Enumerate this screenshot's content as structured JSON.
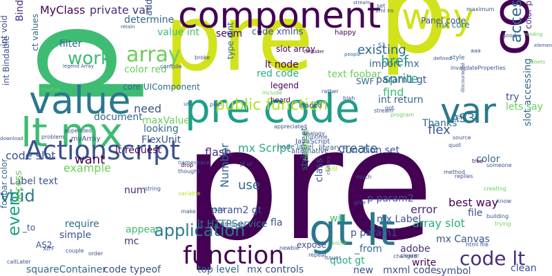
{
  "words": [
    {
      "text": "pre",
      "color": "#440154"
    },
    {
      "text": "p",
      "color": "#3ebc73"
    },
    {
      "text": "pre",
      "color": "#d2e21b"
    },
    {
      "text": "p",
      "color": "#d2e21b"
    },
    {
      "text": "pre code",
      "color": "#1f9e89"
    },
    {
      "text": "code pre",
      "color": "#440154"
    },
    {
      "text": "component",
      "color": "#440154"
    },
    {
      "text": "way",
      "color": "#d2e21b"
    },
    {
      "text": "value",
      "color": "#2a788e"
    },
    {
      "text": "lt mx",
      "color": "#3ebc73"
    },
    {
      "text": "gt lt",
      "color": "#2a788e"
    },
    {
      "text": "var",
      "color": "#2a788e"
    },
    {
      "text": "Actionscript",
      "color": "#3b528b"
    },
    {
      "text": "function",
      "color": "#440154"
    },
    {
      "text": "code lt",
      "color": "#472d7b"
    },
    {
      "text": "application",
      "color": "#2a788e"
    },
    {
      "text": "public function",
      "color": "#b5de2b"
    },
    {
      "text": "array",
      "color": "#6ccd5a"
    },
    {
      "text": "work",
      "color": "#3ebc73"
    },
    {
      "text": "accessing code",
      "color": "#31688e"
    },
    {
      "text": "MyClass",
      "color": "#440154"
    },
    {
      "text": "private var",
      "color": "#472d7b"
    },
    {
      "text": "Panel code",
      "color": "#3b528b"
    },
    {
      "text": "mx core",
      "color": "#2a788e"
    },
    {
      "text": "existing",
      "color": "#31688e"
    },
    {
      "text": "href",
      "color": "#1f9e89"
    },
    {
      "text": "sprite",
      "color": "#1f9e89"
    },
    {
      "text": "import mx",
      "color": "#31688e"
    },
    {
      "text": "param1 gt",
      "color": "#3b528b"
    },
    {
      "text": "lt node",
      "color": "#440154"
    },
    {
      "text": "red code",
      "color": "#26ad81"
    },
    {
      "text": "text foobar",
      "color": "#6ccd5a"
    },
    {
      "text": "code xmlns",
      "color": "#3b528b"
    },
    {
      "text": "value int",
      "color": "#3ebc73"
    },
    {
      "text": "determine",
      "color": "#31688e"
    },
    {
      "text": "add",
      "color": "#3b528b"
    },
    {
      "text": "seem",
      "color": "#440154"
    },
    {
      "text": "color red",
      "color": "#6ccd5a"
    },
    {
      "text": "filter",
      "color": "#31688e"
    },
    {
      "text": "Bindable public",
      "color": "#472d7b"
    },
    {
      "text": "int void",
      "color": "#3b528b"
    },
    {
      "text": "ct values",
      "color": "#31688e"
    },
    {
      "text": "int Bindable",
      "color": "#3b528b"
    },
    {
      "text": "need",
      "color": "#3b528b"
    },
    {
      "text": "document",
      "color": "#31688e"
    },
    {
      "text": "maxValue",
      "color": "#6ccd5a"
    },
    {
      "text": "looking",
      "color": "#31688e"
    },
    {
      "text": "FlexUnit",
      "color": "#3b528b"
    },
    {
      "text": "lt request",
      "color": "#440154"
    },
    {
      "text": "core UIComponent",
      "color": "#31688e"
    },
    {
      "text": "flash",
      "color": "#472d7b"
    },
    {
      "text": "mx Script",
      "color": "#26ad81"
    },
    {
      "text": "create",
      "color": "#31688e"
    },
    {
      "text": "flex",
      "color": "#3b528b"
    },
    {
      "text": "AS3",
      "color": "#2a788e"
    },
    {
      "text": "function set",
      "color": "#3b528b"
    },
    {
      "text": "Thanks",
      "color": "#31688e"
    },
    {
      "text": "find",
      "color": "#3ebc73"
    },
    {
      "text": "int return",
      "color": "#31688e"
    },
    {
      "text": "legend",
      "color": "#440154"
    },
    {
      "text": "SWF",
      "color": "#31688e"
    },
    {
      "text": "code slot",
      "color": "#3b528b"
    },
    {
      "text": "want",
      "color": "#440154"
    },
    {
      "text": "example",
      "color": "#6ccd5a"
    },
    {
      "text": "Label text",
      "color": "#3b528b"
    },
    {
      "text": "void",
      "color": "#2a788e"
    },
    {
      "text": "use",
      "color": "#31688e"
    },
    {
      "text": "Number",
      "color": "#31688e"
    },
    {
      "text": "lt HTTPService",
      "color": "#2a788e"
    },
    {
      "text": "param2 gt",
      "color": "#3b528b"
    },
    {
      "text": "require",
      "color": "#31688e"
    },
    {
      "text": "num",
      "color": "#472d7b"
    },
    {
      "text": "appear",
      "color": "#3ebc73"
    },
    {
      "text": "simple",
      "color": "#3b528b"
    },
    {
      "text": "mc",
      "color": "#472d7b"
    },
    {
      "text": "fla",
      "color": "#3b528b"
    },
    {
      "text": "event",
      "color": "#1f9e89"
    },
    {
      "text": "squareContainer",
      "color": "#31688e"
    },
    {
      "text": "code typeof",
      "color": "#3b528b"
    },
    {
      "text": "top level",
      "color": "#31688e"
    },
    {
      "text": "mx controls",
      "color": "#3b528b"
    },
    {
      "text": "new",
      "color": "#3b528b"
    },
    {
      "text": "quot gt",
      "color": "#26ad81"
    },
    {
      "text": "mxml code",
      "color": "#3b528b"
    },
    {
      "text": "symbol",
      "color": "#3b528b"
    },
    {
      "text": "clean",
      "color": "#3b528b"
    },
    {
      "text": "write",
      "color": "#440154"
    },
    {
      "text": "adobe",
      "color": "#472d7b"
    },
    {
      "text": "mx Canvas",
      "color": "#3b528b"
    },
    {
      "text": "p param1",
      "color": "#3b528b"
    },
    {
      "text": "array slot",
      "color": "#26ad81"
    },
    {
      "text": "error",
      "color": "#472d7b"
    },
    {
      "text": "best way",
      "color": "#440154"
    },
    {
      "text": "p param2",
      "color": "#3b528b"
    },
    {
      "text": "file",
      "color": "#3b528b"
    },
    {
      "text": "mx Label",
      "color": "#3b528b"
    },
    {
      "text": "will",
      "color": "#3ebc73"
    },
    {
      "text": "_from",
      "color": "#31688e"
    },
    {
      "text": "expose",
      "color": "#3b528b"
    },
    {
      "text": "color",
      "color": "#31688e"
    },
    {
      "text": "slot accessing",
      "color": "#31688e"
    },
    {
      "text": "try",
      "color": "#3b528b"
    },
    {
      "text": "lets say",
      "color": "#6ccd5a"
    },
    {
      "text": "color property",
      "color": "#472d7b"
    },
    {
      "text": "foobar color",
      "color": "#31688e"
    },
    {
      "text": "access",
      "color": "#6ccd5a"
    },
    {
      "text": "_to",
      "color": "#3b528b"
    },
    {
      "text": "AS2",
      "color": "#3b528b"
    },
    {
      "text": "stylesheet",
      "color": "#31688e"
    },
    {
      "text": "class",
      "color": "#3b528b"
    },
    {
      "text": "type uint",
      "color": "#31688e"
    },
    {
      "text": "slot array",
      "color": "#440154"
    },
    {
      "text": "heard",
      "color": "#440154"
    },
    {
      "text": "loaded",
      "color": "#3b528b"
    },
    {
      "text": "JavaScript",
      "color": "#3b528b"
    },
    {
      "text": "library",
      "color": "#3b528b"
    },
    {
      "text": "myArray",
      "color": "#3b528b"
    },
    {
      "text": "node label",
      "color": "#31688e"
    },
    {
      "text": "alternative",
      "color": "#3b528b"
    },
    {
      "text": "height gt",
      "color": "#6ccd5a"
    },
    {
      "text": "skill",
      "color": "#b5de2b"
    },
    {
      "text": "maximum",
      "color": "#3b528b"
    },
    {
      "text": "good",
      "color": "#3b528b"
    },
    {
      "text": "reading",
      "color": "#6ccd5a"
    },
    {
      "text": "element",
      "color": "#3b528b"
    },
    {
      "text": "style",
      "color": "#31688e"
    },
    {
      "text": "aaa",
      "color": "#3b528b"
    },
    {
      "text": "assets",
      "color": "#6ccd5a"
    },
    {
      "text": "defined",
      "color": "#3b528b"
    },
    {
      "text": "people",
      "color": "#31688e"
    },
    {
      "text": "broke",
      "color": "#3b528b"
    },
    {
      "text": "compile",
      "color": "#3b528b"
    },
    {
      "text": "consider",
      "color": "#440154"
    },
    {
      "text": "rather",
      "color": "#3b528b"
    },
    {
      "text": "blah",
      "color": "#3b528b"
    },
    {
      "text": "source",
      "color": "#3b528b"
    },
    {
      "text": "quot",
      "color": "#3b528b"
    },
    {
      "text": "zip",
      "color": "#3b528b"
    },
    {
      "text": "method",
      "color": "#3b528b"
    },
    {
      "text": "creating",
      "color": "#6ccd5a"
    },
    {
      "text": "know",
      "color": "#3b528b"
    },
    {
      "text": "building",
      "color": "#3b528b"
    },
    {
      "text": "trying",
      "color": "#6ccd5a"
    },
    {
      "text": "happy",
      "color": "#440154"
    },
    {
      "text": "set",
      "color": "#3b528b"
    },
    {
      "text": "stream",
      "color": "#3b528b"
    },
    {
      "text": "thought",
      "color": "#3b528b"
    },
    {
      "text": "drop",
      "color": "#440154"
    },
    {
      "text": "namespace",
      "color": "#3b528b"
    },
    {
      "text": "make",
      "color": "#3b528b"
    },
    {
      "text": "child",
      "color": "#3b528b"
    },
    {
      "text": "Although",
      "color": "#3b528b"
    },
    {
      "text": "changed",
      "color": "#3b528b"
    },
    {
      "text": "issues",
      "color": "#3b528b"
    },
    {
      "text": "article",
      "color": "#6ccd5a"
    },
    {
      "text": "couple",
      "color": "#3b528b"
    },
    {
      "text": "callLater",
      "color": "#3b528b"
    },
    {
      "text": "XIFF",
      "color": "#3b528b"
    },
    {
      "text": "string",
      "color": "#3b528b"
    },
    {
      "text": "variable",
      "color": "#b5de2b"
    },
    {
      "text": "problem",
      "color": "#3b528b"
    },
    {
      "text": "appended",
      "color": "#3b528b"
    },
    {
      "text": "download",
      "color": "#3b528b"
    },
    {
      "text": "notified",
      "color": "#6ccd5a"
    },
    {
      "text": "legend Array",
      "color": "#3b528b"
    },
    {
      "text": "retain",
      "color": "#3b528b"
    },
    {
      "text": "tree",
      "color": "#440154"
    },
    {
      "text": "someone",
      "color": "#3b528b"
    },
    {
      "text": "replies",
      "color": "#3b528b"
    },
    {
      "text": "give",
      "color": "#3b528b"
    },
    {
      "text": "much",
      "color": "#3b528b"
    },
    {
      "text": "told",
      "color": "#3b528b"
    },
    {
      "text": "runtime",
      "color": "#3b528b"
    },
    {
      "text": "analogy",
      "color": "#3b528b"
    },
    {
      "text": "appreciated",
      "color": "#3b528b"
    },
    {
      "text": "got",
      "color": "#3b528b"
    },
    {
      "text": "stream'",
      "color": "#3b528b"
    },
    {
      "text": "program",
      "color": "#6ccd5a"
    },
    {
      "text": "plan",
      "color": "#3b528b"
    },
    {
      "text": "url",
      "color": "#3b528b"
    },
    {
      "text": "include",
      "color": "#6ccd5a"
    },
    {
      "text": "invalidateProperties",
      "color": "#3b528b"
    },
    {
      "text": "newbie",
      "color": "#3b528b"
    },
    {
      "text": "html file",
      "color": "#3b528b"
    },
    {
      "text": "clearer",
      "color": "#3b528b"
    },
    {
      "text": "order",
      "color": "#3b528b"
    },
    {
      "text": "repeat",
      "color": "#3b528b"
    },
    {
      "text": "cluttery",
      "color": "#3b528b"
    },
    {
      "text": "gt ul",
      "color": "#3b528b"
    },
    {
      "text": "xml ns",
      "color": "#3b528b"
    },
    {
      "text": "S3",
      "color": "#3b528b"
    },
    {
      "text": "discouraged",
      "color": "#3b528b"
    }
  ]
}
